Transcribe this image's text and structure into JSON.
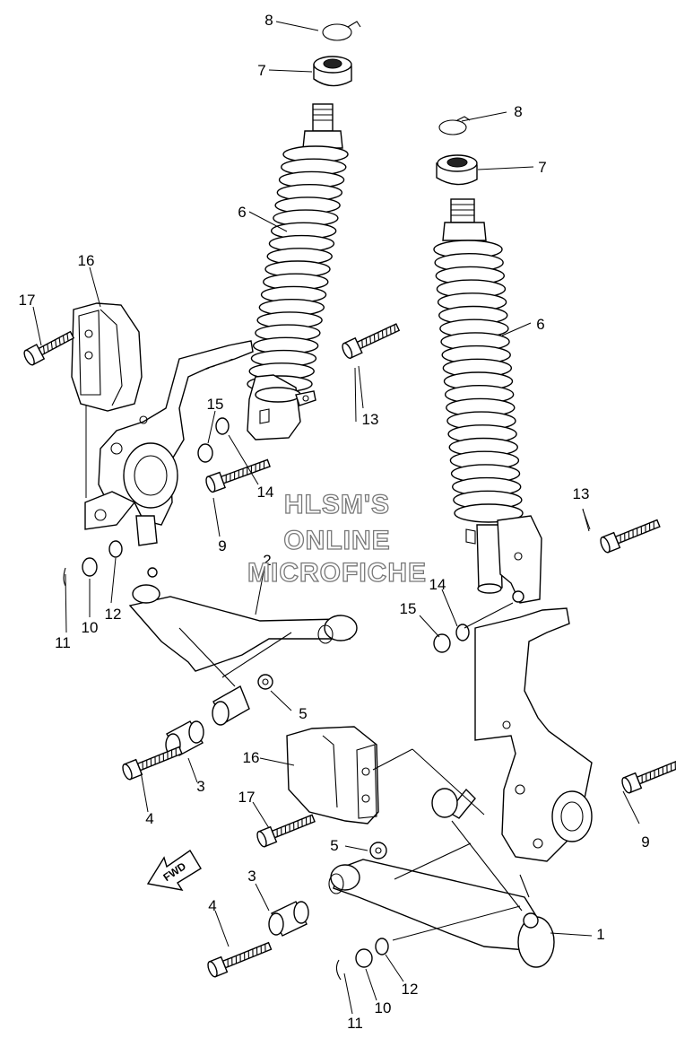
{
  "diagram": {
    "watermark": [
      "HLSM'S",
      "ONLINE",
      "MICROFICHE"
    ],
    "direction_label": "FWD",
    "callouts": [
      "1",
      "2",
      "3",
      "4",
      "5",
      "6",
      "7",
      "8",
      "9",
      "10",
      "11",
      "12",
      "13",
      "14",
      "15",
      "16",
      "17"
    ]
  }
}
